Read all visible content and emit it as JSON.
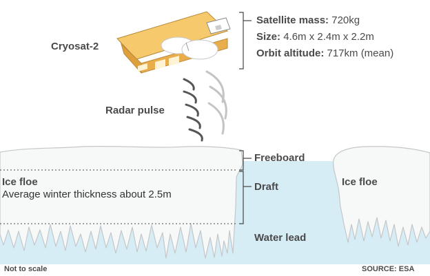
{
  "satellite": {
    "name": "Cryosat-2",
    "specs": [
      {
        "label": "Satellite mass:",
        "value": "720kg"
      },
      {
        "label": "Size:",
        "value": "4.6m x 2.4m x 2.2m"
      },
      {
        "label": "Orbit altitude:",
        "value": "717km (mean)"
      }
    ]
  },
  "radar_label": "Radar pulse",
  "levels": {
    "freeboard": "Freeboard",
    "draft": "Draft",
    "water_lead": "Water lead"
  },
  "ice_floe_left": {
    "title": "Ice floe",
    "caption": "Average winter thickness about 2.5m"
  },
  "ice_floe_right": {
    "title": "Ice floe"
  },
  "footer": {
    "note": "Not to scale",
    "source": "SOURCE: ESA"
  },
  "colors": {
    "water": "#d6edf6",
    "ice": "#f7f8f8",
    "ice_outline": "#c4c6c8",
    "satellite_body": "#f0b347",
    "radar_arcs": "#6e6e6e",
    "text": "#4a4a4a"
  }
}
